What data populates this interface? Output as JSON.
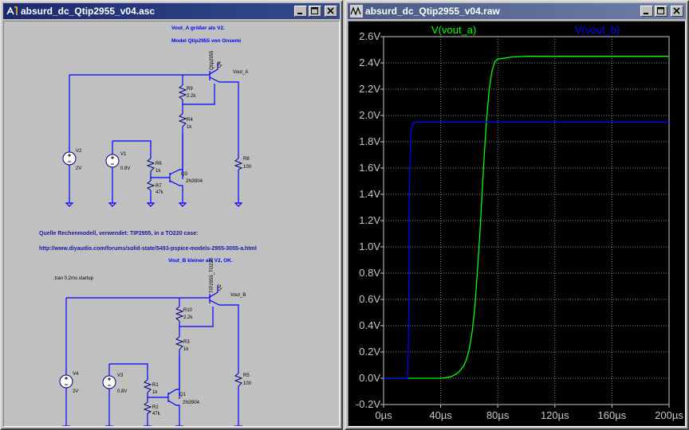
{
  "schematic_window": {
    "title": "absurd_dc_Qtip2955_v04.asc",
    "notes": {
      "vout_a": "Vout_A größer als V2.",
      "model": "Model Qtip2955 von Onsemi",
      "source": "Quelle Rechenmodell,  verwendet: TIP2955, in a TO220 case:",
      "url": "http://www.diyaudio.com/forums/solid-state/5493-pspice-models-2955-3055-a.html",
      "vout_b": "Vout_B kleiner als V2, OK.",
      "tran": ".tran 0.2ms startup"
    },
    "top": {
      "q4_name": "Q4",
      "q4_model": "Qtip2955",
      "net": "Vout_A",
      "r9_name": "R9",
      "r9_val": "2.2k",
      "r4_name": "R4",
      "r4_val": "1k",
      "v2_name": "V2",
      "v2_val": "2V",
      "v1_name": "V1",
      "v1_val": "0.8V",
      "r6_name": "R6",
      "r6_val": "1k",
      "r7_name": "R7",
      "r7_val": "47k",
      "q3_name": "Q3",
      "q3_model": "2N3904",
      "r8_name": "R8",
      "r8_val": "100"
    },
    "bottom": {
      "q2_name": "Q2",
      "q2_model": "TIP2955_TO220",
      "net": "Vout_B",
      "r10_name": "R10",
      "r10_val": "2.2k",
      "r3_name": "R3",
      "r3_val": "1k",
      "v4_name": "V4",
      "v4_val": "2V",
      "v3_name": "V3",
      "v3_val": "0.8V",
      "r1_name": "R1",
      "r1_val": "1k",
      "r2_name": "R2",
      "r2_val": "47k",
      "q1_name": "Q1",
      "q1_model": "2N3904",
      "r5_name": "R5",
      "r5_val": "100"
    }
  },
  "plot_window": {
    "title": "absurd_dc_Qtip2955_v04.raw"
  },
  "chart_data": {
    "type": "line",
    "x_tick_labels": [
      "0µs",
      "40µs",
      "80µs",
      "120µs",
      "160µs",
      "200µs"
    ],
    "y_tick_labels": [
      "-0.2V",
      "0.0V",
      "0.2V",
      "0.4V",
      "0.6V",
      "0.8V",
      "1.0V",
      "1.2V",
      "1.4V",
      "1.6V",
      "1.8V",
      "2.0V",
      "2.2V",
      "2.4V",
      "2.6V"
    ],
    "xlim": [
      0,
      200
    ],
    "ylim": [
      -0.2,
      2.6
    ],
    "grid": true,
    "legend": "top",
    "series": [
      {
        "name": "V(vout_a)",
        "color": "#00ff00",
        "x": [
          0,
          40,
          44,
          48,
          52,
          56,
          58,
          60,
          62,
          64,
          66,
          68,
          70,
          72,
          74,
          76,
          78,
          80,
          90,
          100,
          200
        ],
        "y": [
          0.0,
          0.0,
          0.005,
          0.015,
          0.04,
          0.09,
          0.14,
          0.22,
          0.35,
          0.55,
          0.85,
          1.2,
          1.6,
          1.95,
          2.2,
          2.34,
          2.41,
          2.43,
          2.445,
          2.45,
          2.45
        ]
      },
      {
        "name": "V(vout_b)",
        "color": "#0000ff",
        "x": [
          0,
          17,
          17.6,
          18,
          19,
          20,
          22,
          200
        ],
        "y": [
          0.0,
          0.0,
          0.4,
          1.4,
          1.85,
          1.93,
          1.95,
          1.95
        ]
      }
    ]
  }
}
